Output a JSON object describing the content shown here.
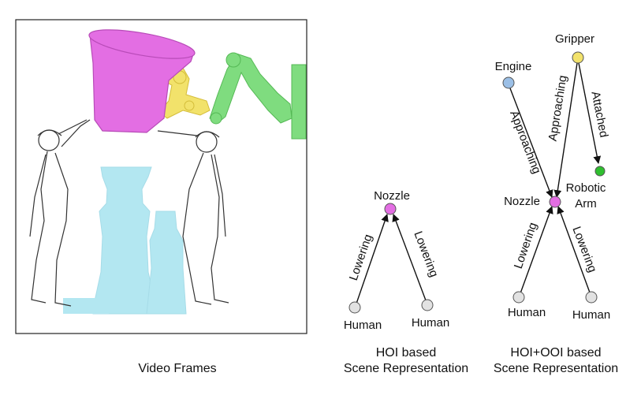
{
  "captions": {
    "video_frames": "Video Frames",
    "hoi_line1": "HOI based",
    "hoi_line2": "Scene Representation",
    "hoi_ooi_line1": "HOI+OOI based",
    "hoi_ooi_line2": "Scene Representation"
  },
  "hoi_graph": {
    "nodes": {
      "nozzle": "Nozzle",
      "human_left": "Human",
      "human_right": "Human"
    },
    "edges": {
      "left": "Lowering",
      "right": "Lowering"
    }
  },
  "hoi_ooi_graph": {
    "nodes": {
      "engine": "Engine",
      "gripper": "Gripper",
      "nozzle": "Nozzle",
      "robotic_arm_line1": "Robotic",
      "robotic_arm_line2": "Arm",
      "human_left": "Human",
      "human_right": "Human"
    },
    "edges": {
      "engine_to_nozzle": "Approaching",
      "gripper_to_nozzle": "Approaching",
      "gripper_to_arm": "Attached",
      "human_left": "Lowering",
      "human_right": "Lowering"
    }
  },
  "colors": {
    "nozzle_magenta": "#e36ee3",
    "gripper_yellow": "#f2e26b",
    "arm_green": "#7fdc7f",
    "engine_cyan": "#b3e7f1",
    "engine_node_blue": "#9bbfe6",
    "human_node_gray": "#e2e2e2",
    "robotic_node_green": "#2fbf2f"
  }
}
